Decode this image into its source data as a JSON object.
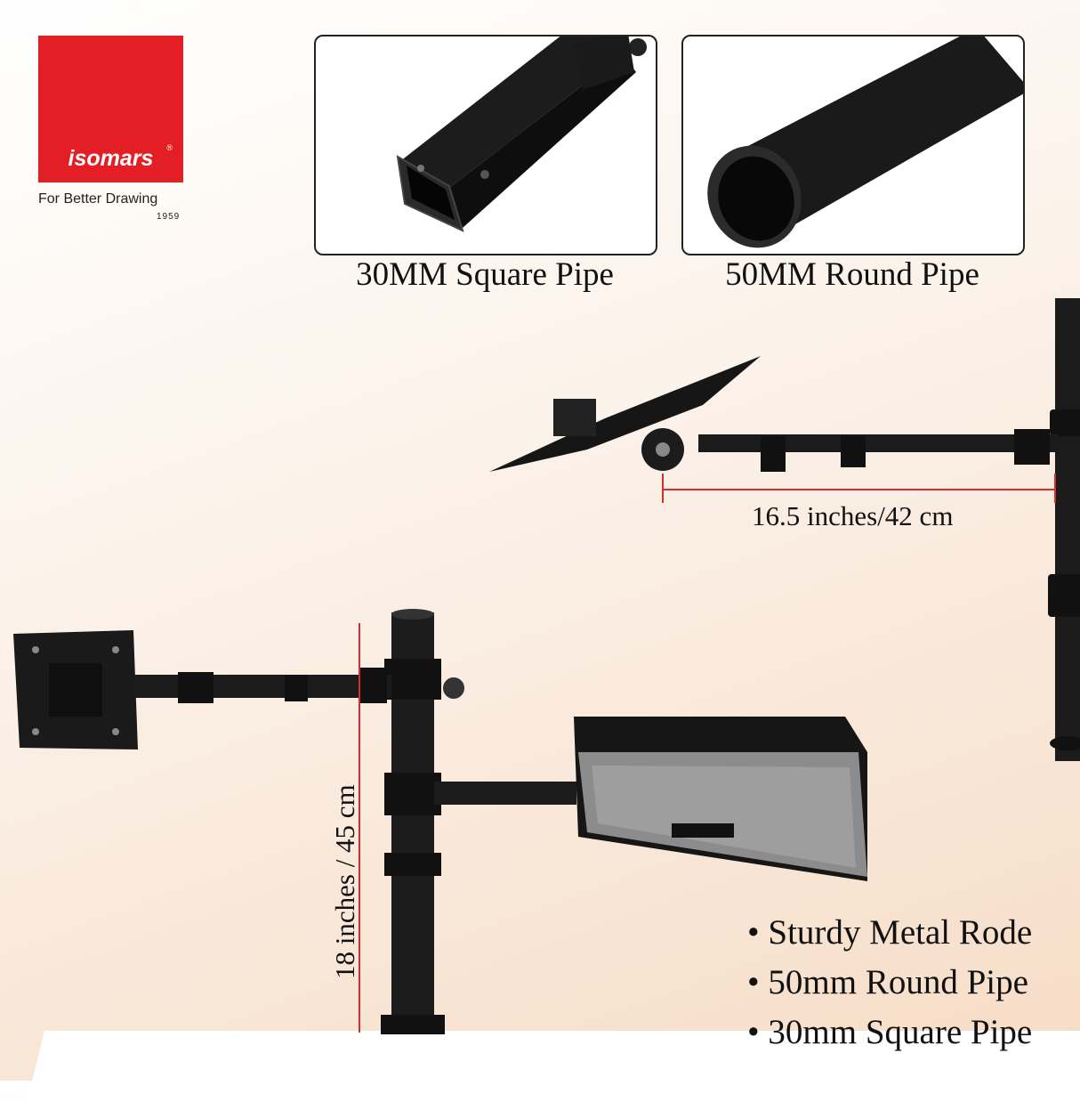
{
  "brand": {
    "name": "isomars",
    "registered_mark": "®",
    "tagline": "For Better Drawing",
    "year": "1959",
    "color": "#e31e24"
  },
  "panels": [
    {
      "caption": "30MM Square Pipe"
    },
    {
      "caption": "50MM Round Pipe"
    }
  ],
  "dimensions": {
    "arm_length": "16.5 inches/42 cm",
    "pole_height": "18 inches / 45 cm",
    "line_color": "#d32f2f"
  },
  "features": [
    "Sturdy Metal Rode",
    "50mm Round Pipe",
    "30mm Square Pipe"
  ]
}
